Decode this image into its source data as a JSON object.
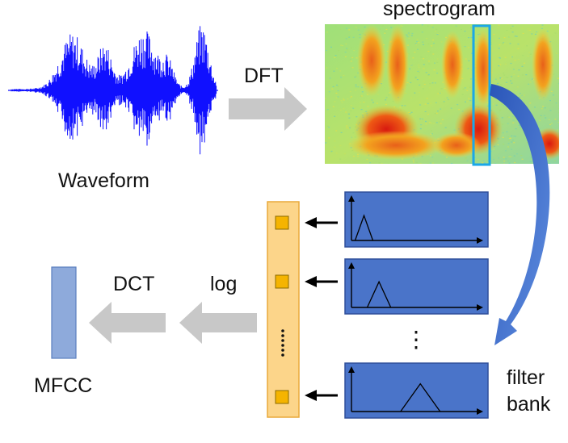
{
  "labels": {
    "waveform": "Waveform",
    "spectrogram": "spectrogram",
    "dft": "DFT",
    "log": "log",
    "dct": "DCT",
    "mfcc": "MFCC",
    "filter_bank_line1": "filter",
    "filter_bank_line2": "bank",
    "vertical_dots": "⋮",
    "feature_dots": "⋮"
  },
  "colors": {
    "waveform": "#1010ff",
    "arrow_gray": "#c8c8c8",
    "filter_panel": "#4a74c9",
    "filter_panel_border": "#2f4f9a",
    "feature_column": "#fcd58a",
    "feature_column_border": "#e9a93a",
    "feature_square": "#f5b400",
    "mfcc_bar": "#8eaadb",
    "curve_arrow": "#3f6fd1",
    "highlight_box": "#1aa7e8"
  },
  "filter_bank": {
    "panels": 3,
    "triangle_positions": [
      0.1,
      0.22,
      0.55
    ]
  }
}
